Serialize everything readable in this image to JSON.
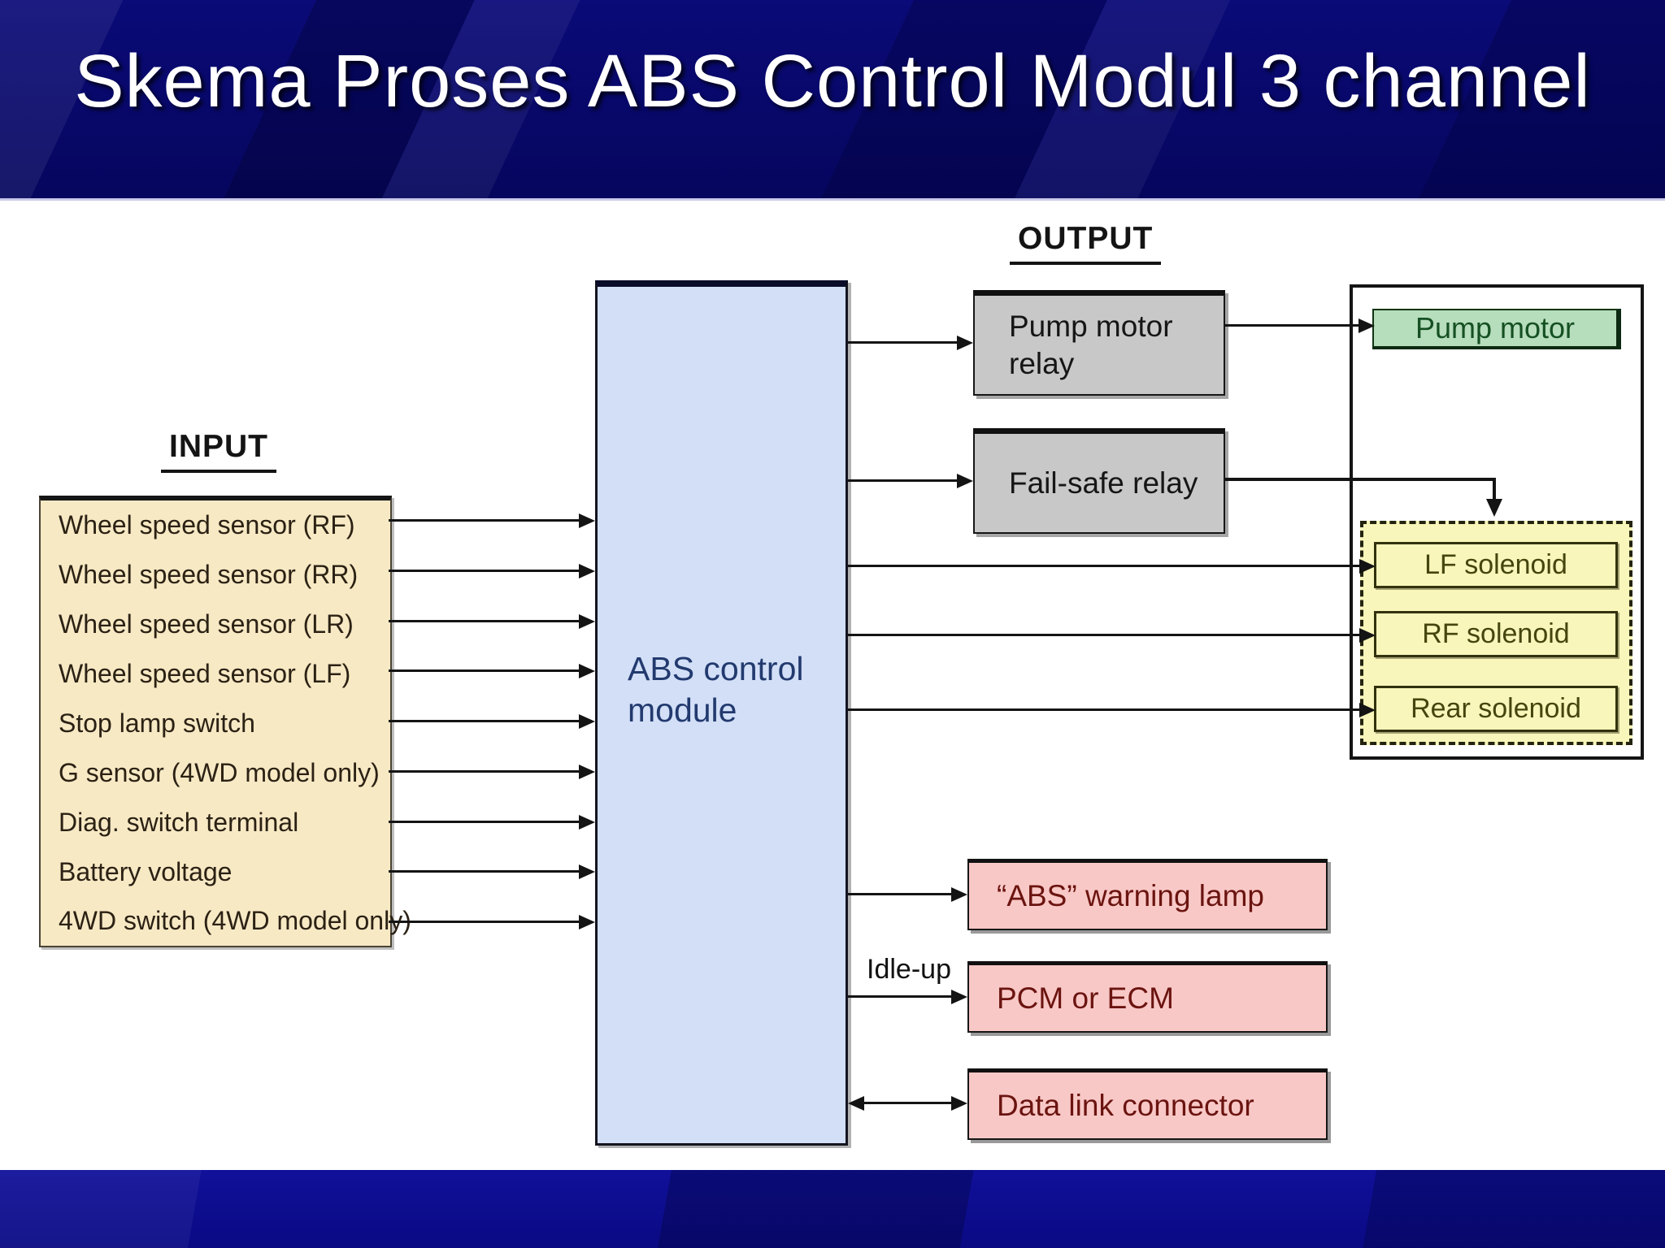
{
  "slide": {
    "title": "Skema Proses ABS Control Modul 3 channel"
  },
  "labels": {
    "input": "INPUT",
    "output": "OUTPUT",
    "idle_up": "Idle-up"
  },
  "input_box": {
    "items": [
      "Wheel speed sensor (RF)",
      "Wheel speed sensor (RR)",
      "Wheel speed sensor (LR)",
      "Wheel speed sensor (LF)",
      "Stop lamp switch",
      "G sensor  (4WD model only)",
      "Diag. switch terminal",
      "Battery voltage",
      "4WD switch (4WD model only)"
    ]
  },
  "abs_module": {
    "label": "ABS control module"
  },
  "output_boxes": {
    "pump_motor_relay": "Pump motor relay",
    "fail_safe_relay": "Fail-safe relay",
    "pump_motor": "Pump motor",
    "solenoids": [
      "LF solenoid",
      "RF solenoid",
      "Rear solenoid"
    ],
    "abs_warning_lamp": "“ABS” warning lamp",
    "pcm_or_ecm": "PCM or ECM",
    "data_link_connector": "Data link connector"
  },
  "colors": {
    "header_blue": "#08086e",
    "footer_blue": "#0d0d8e",
    "input_fill": "#f7e9c4",
    "module_fill": "#d2dff7",
    "module_text": "#223a6e",
    "relay_fill": "#c8c8c8",
    "pump_motor_fill": "#b6ddbc",
    "pump_motor_text": "#155022",
    "solenoid_fill": "#f8f6ba",
    "solenoid_text": "#45450f",
    "pink_fill": "#f8c8c6",
    "pink_text": "#6b1410",
    "title_text": "#ffffff",
    "line_color": "#141414"
  }
}
